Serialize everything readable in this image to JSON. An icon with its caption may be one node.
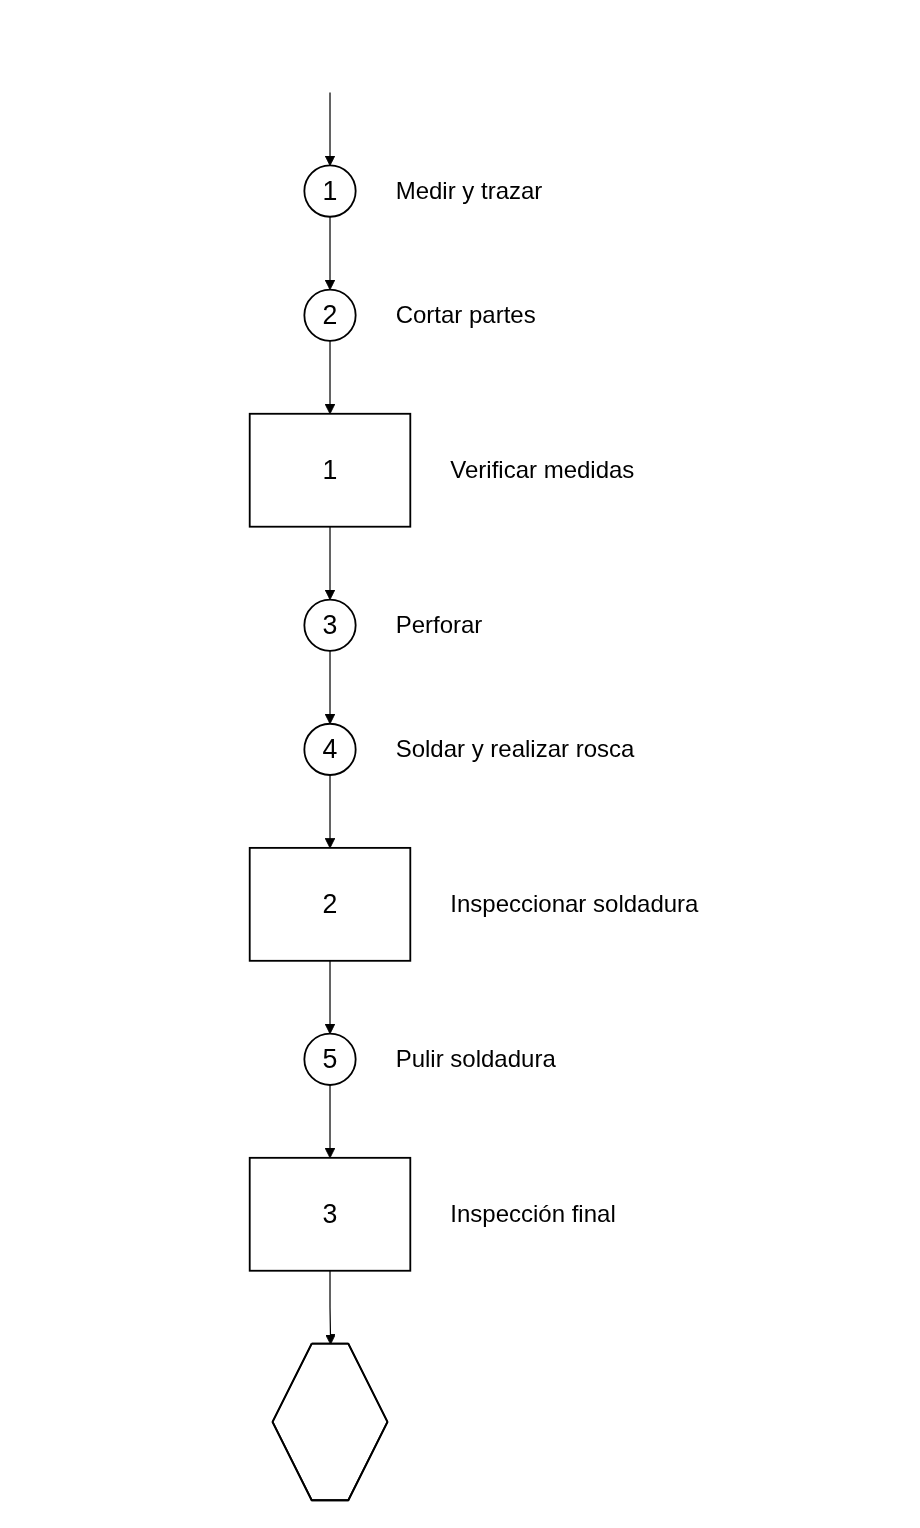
{
  "diagram": {
    "nodes": [
      {
        "text": [
          "1"
        ],
        "beside": [
          "Medir y trazar"
        ]
      },
      {
        "text": [
          "2"
        ],
        "beside": [
          "Cortar partes"
        ]
      },
      {
        "text": [
          "1"
        ],
        "beside": [
          "Verificar medidas"
        ]
      },
      {
        "text": [
          "3"
        ],
        "beside": [
          "Perforar"
        ]
      },
      {
        "text": [
          "4"
        ],
        "beside": [
          "Soldar y realizar rosca"
        ]
      },
      {
        "text": [
          "2"
        ],
        "beside": [
          "Inspeccionar soldadura"
        ]
      },
      {
        "text": [
          "5"
        ],
        "beside": [
          "Pulir soldadura"
        ]
      },
      {
        "text": [
          "3"
        ],
        "beside": [
          "Inspección final"
        ]
      },
      {
        "text": [],
        "shape": "hexagon"
      }
    ],
    "edges": [
      {
        "from": null,
        "to": 0,
        "arrow": "to"
      },
      {
        "from": 0,
        "to": 1,
        "arrow": "to"
      },
      {
        "from": 1,
        "to": 2,
        "arrow": "to"
      },
      {
        "from": 2,
        "to": 3,
        "arrow": "to"
      },
      {
        "from": 3,
        "to": 4,
        "arrow": "to"
      },
      {
        "from": 4,
        "to": 5,
        "arrow": "to"
      },
      {
        "from": 5,
        "to": 6,
        "arrow": "to"
      },
      {
        "from": 6,
        "to": 7,
        "arrow": "to"
      },
      {
        "from": 7,
        "to": 8,
        "arrow": "to"
      }
    ]
  }
}
